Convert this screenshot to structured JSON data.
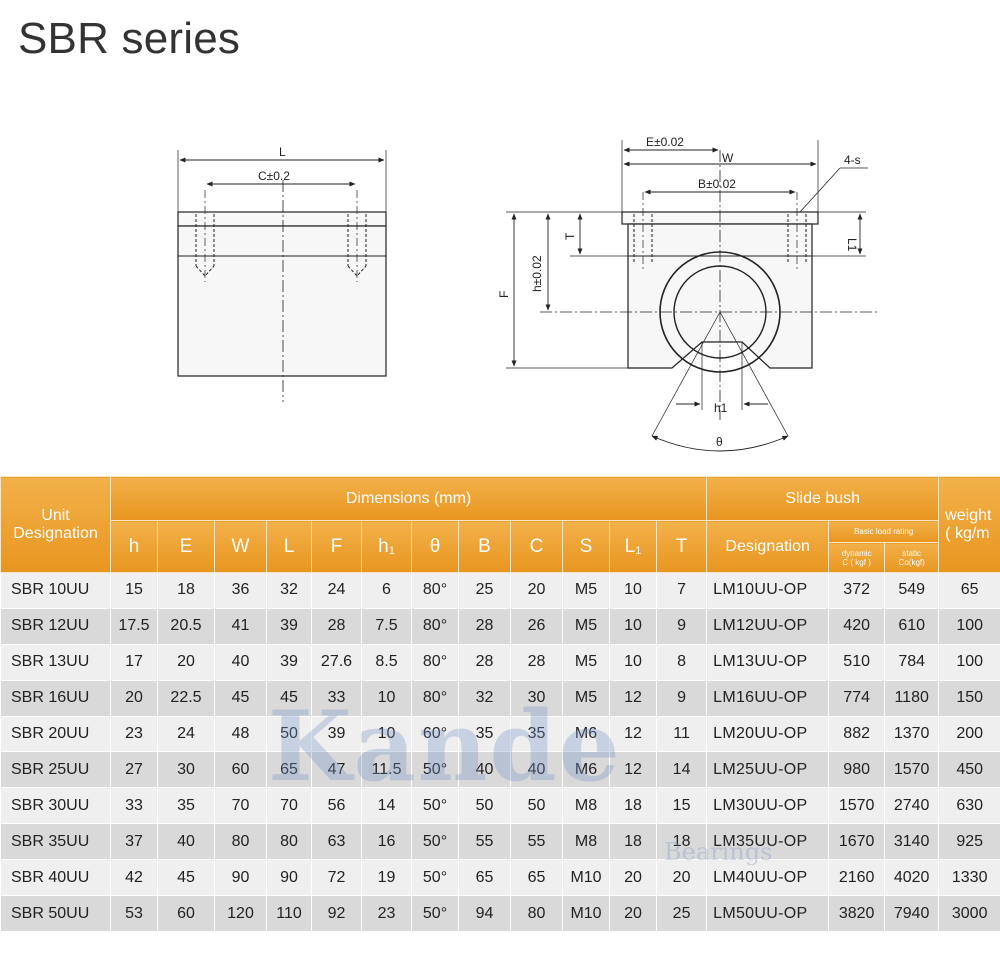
{
  "title": "SBR series",
  "drawing": {
    "labels": {
      "L": "L",
      "C": "C±0.2",
      "E": "E±0.02",
      "W": "W",
      "B": "B±0.02",
      "S": "4-s",
      "L1": "L1",
      "T": "T",
      "h": "h±0.02",
      "F": "F",
      "h1": "h1",
      "theta": "θ"
    }
  },
  "table": {
    "unit_designation": "Unit\nDesignation",
    "dimensions_header": "Dimensions (mm)",
    "slide_bush_header": "Slide bush",
    "weight_header": "weight\n( kg/m",
    "designation_header": "Designation",
    "basic_load_rating": "Basic load rating",
    "dynamic": "dynamic\nC ( kgf )",
    "static": "static\nCo(kgf)",
    "dim_cols": [
      "h",
      "E",
      "W",
      "L",
      "F",
      "h",
      "θ",
      "B",
      "C",
      "S",
      "L",
      "T"
    ],
    "rows": [
      [
        "SBR 10UU",
        "15",
        "18",
        "36",
        "32",
        "24",
        "6",
        "80°",
        "25",
        "20",
        "M5",
        "10",
        "7",
        "LM10UU-OP",
        "372",
        "549",
        "65"
      ],
      [
        "SBR 12UU",
        "17.5",
        "20.5",
        "41",
        "39",
        "28",
        "7.5",
        "80°",
        "28",
        "26",
        "M5",
        "10",
        "9",
        "LM12UU-OP",
        "420",
        "610",
        "100"
      ],
      [
        "SBR 13UU",
        "17",
        "20",
        "40",
        "39",
        "27.6",
        "8.5",
        "80°",
        "28",
        "28",
        "M5",
        "10",
        "8",
        "LM13UU-OP",
        "510",
        "784",
        "100"
      ],
      [
        "SBR 16UU",
        "20",
        "22.5",
        "45",
        "45",
        "33",
        "10",
        "80°",
        "32",
        "30",
        "M5",
        "12",
        "9",
        "LM16UU-OP",
        "774",
        "1180",
        "150"
      ],
      [
        "SBR 20UU",
        "23",
        "24",
        "48",
        "50",
        "39",
        "10",
        "60°",
        "35",
        "35",
        "M6",
        "12",
        "11",
        "LM20UU-OP",
        "882",
        "1370",
        "200"
      ],
      [
        "SBR 25UU",
        "27",
        "30",
        "60",
        "65",
        "47",
        "11.5",
        "50°",
        "40",
        "40",
        "M6",
        "12",
        "14",
        "LM25UU-OP",
        "980",
        "1570",
        "450"
      ],
      [
        "SBR 30UU",
        "33",
        "35",
        "70",
        "70",
        "56",
        "14",
        "50°",
        "50",
        "50",
        "M8",
        "18",
        "15",
        "LM30UU-OP",
        "1570",
        "2740",
        "630"
      ],
      [
        "SBR 35UU",
        "37",
        "40",
        "80",
        "80",
        "63",
        "16",
        "50°",
        "55",
        "55",
        "M8",
        "18",
        "18",
        "LM35UU-OP",
        "1670",
        "3140",
        "925"
      ],
      [
        "SBR 40UU",
        "42",
        "45",
        "90",
        "90",
        "72",
        "19",
        "50°",
        "65",
        "65",
        "M10",
        "20",
        "20",
        "LM40UU-OP",
        "2160",
        "4020",
        "1330"
      ],
      [
        "SBR 50UU",
        "53",
        "60",
        "120",
        "110",
        "92",
        "23",
        "50°",
        "94",
        "80",
        "M10",
        "20",
        "25",
        "LM50UU-OP",
        "3820",
        "7940",
        "3000"
      ]
    ]
  },
  "watermark": {
    "brand": "Kande",
    "sub": "Bearings"
  },
  "colors": {
    "header": "#e8951f",
    "row_light": "#efefef",
    "row_dark": "#d9d9d9"
  }
}
